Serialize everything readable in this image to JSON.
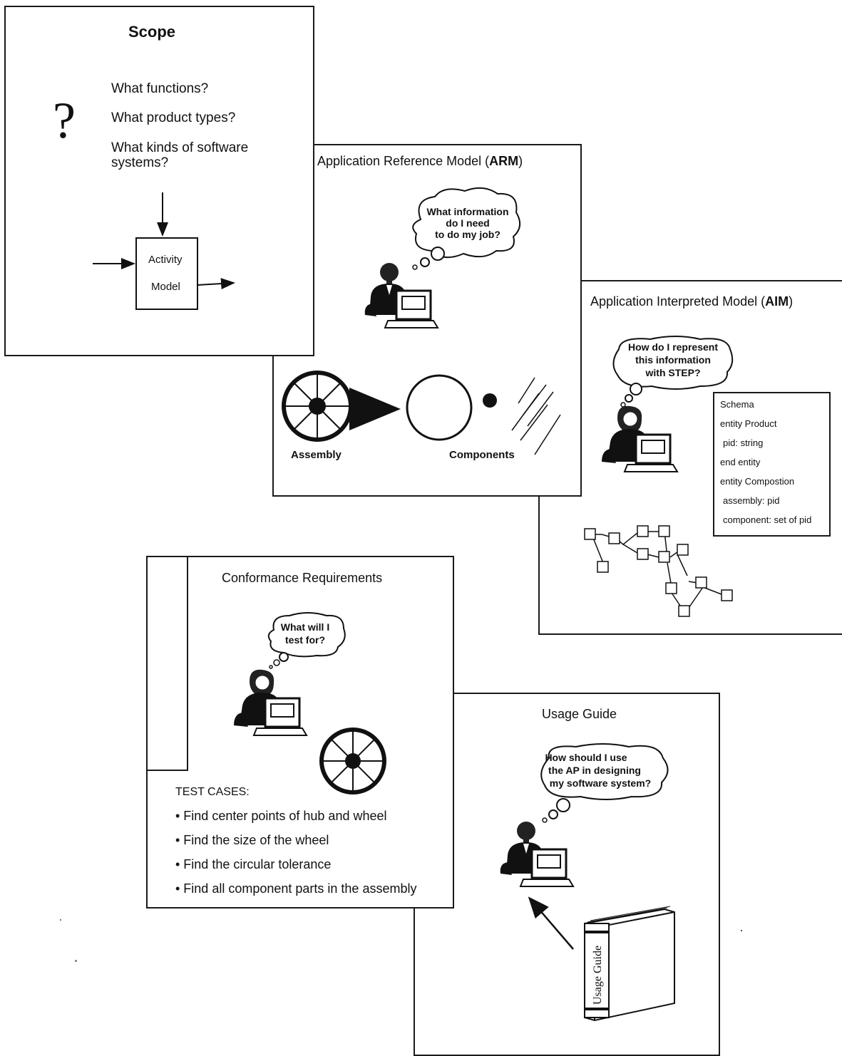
{
  "scope": {
    "title": "Scope",
    "questions": [
      "What functions?",
      "What product types?",
      "What kinds of software",
      "systems?"
    ],
    "question_mark": "?",
    "activity_box": [
      "Activity",
      "Model"
    ]
  },
  "arm": {
    "title_prefix": "Application Reference Model (",
    "title_bold": "ARM",
    "title_suffix": ")",
    "thought": [
      "What information",
      "do I need",
      "to do my job?"
    ],
    "assembly_label": "Assembly",
    "components_label": "Components"
  },
  "aim": {
    "title_prefix": "Application Interpreted Model (",
    "title_bold": "AIM",
    "title_suffix": ")",
    "thought": [
      "How do I represent",
      "this information",
      "with STEP?"
    ],
    "schema_lines": [
      "Schema",
      "entity Product",
      "pid: string",
      "end entity",
      "entity Compostion",
      "assembly: pid",
      "component: set of pid"
    ]
  },
  "conformance": {
    "title": "Conformance Requirements",
    "thought": [
      "What will I",
      "test for?"
    ],
    "test_cases_label": "TEST CASES:",
    "test_cases": [
      "• Find center points of hub and wheel",
      "• Find the size of the wheel",
      "• Find the circular tolerance",
      "• Find all component parts in the assembly"
    ]
  },
  "usage": {
    "title": "Usage Guide",
    "thought": [
      "How should I use",
      "the AP in designing",
      "my software system?"
    ],
    "book_label": "Usage Guide"
  }
}
